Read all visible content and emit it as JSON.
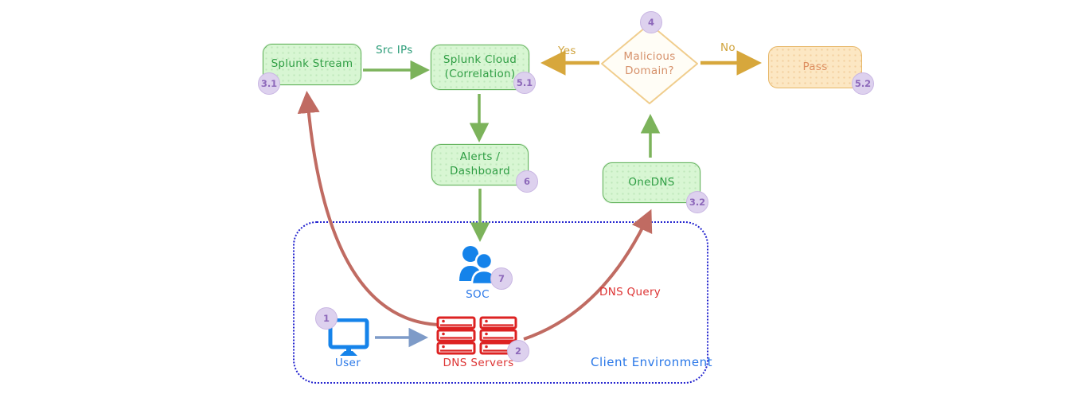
{
  "diagram": {
    "nodes": {
      "splunk_stream": {
        "label": "Splunk Stream",
        "badge": "3.1"
      },
      "splunk_cloud": {
        "line1": "Splunk Cloud",
        "line2": "(Correlation)",
        "badge": "5.1"
      },
      "malicious_domain": {
        "line1": "Malicious",
        "line2": "Domain?",
        "badge": "4"
      },
      "pass": {
        "label": "Pass",
        "badge": "5.2"
      },
      "alerts": {
        "line1": "Alerts /",
        "line2": "Dashboard",
        "badge": "6"
      },
      "onedns": {
        "label": "OneDNS",
        "badge": "3.2"
      },
      "soc": {
        "label": "SOC",
        "badge": "7"
      },
      "user": {
        "label": "User",
        "badge": "1"
      },
      "dns_servers": {
        "label": "DNS Servers",
        "badge": "2"
      }
    },
    "edge_labels": {
      "src_ips": "Src IPs",
      "yes": "Yes",
      "no": "No",
      "dns_query": "DNS Query"
    },
    "container": {
      "label": "Client Environment"
    },
    "colors": {
      "node_green_fill": "#d8f6d3",
      "node_green_border": "#65b45f",
      "node_green_text": "#2f9e44",
      "node_orange_fill": "#fce7c3",
      "node_orange_border": "#e7b768",
      "node_orange_text": "#dd8e60",
      "diamond_border": "#f0cd8d",
      "badge_fill": "#ddd1ee",
      "badge_text": "#8d68ba",
      "arrow_green": "#7cb35b",
      "arrow_gold": "#d7a73c",
      "arrow_red": "#c06b62",
      "arrow_steel": "#7e9bc8",
      "blue_icon": "#1583ea",
      "blue_label": "#2a78e8",
      "red_icon": "#dd2222",
      "env_border": "#2424cf"
    }
  }
}
